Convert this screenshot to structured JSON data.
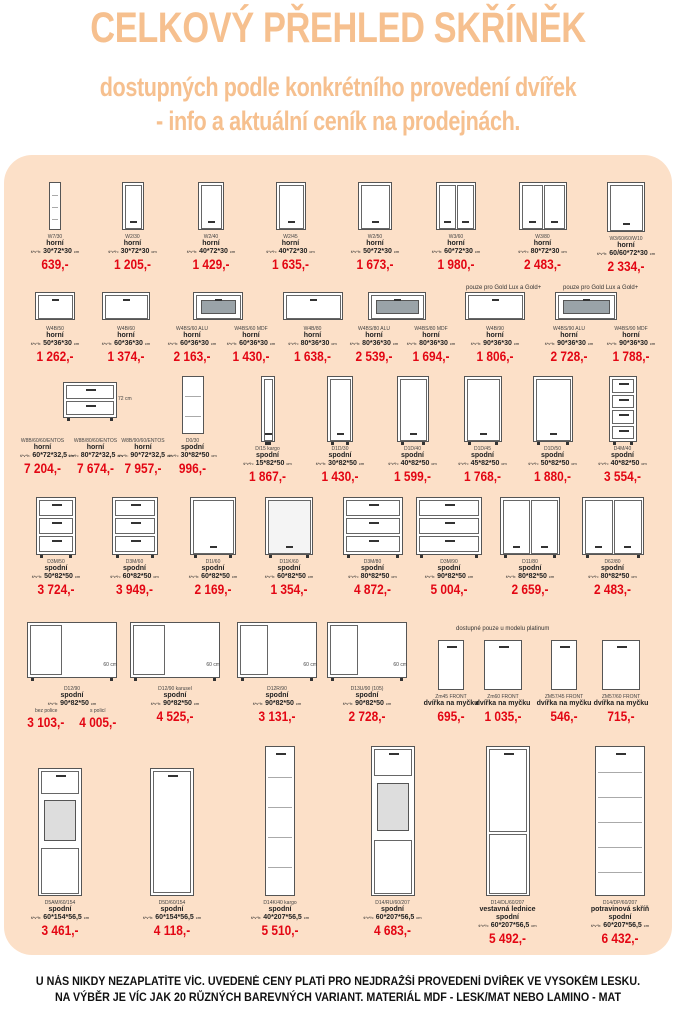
{
  "header": {
    "title": "CELKOVÝ PŘEHLED SKŘÍNĚK",
    "line2": "dostupných podle konkrétního provedení dvířek",
    "line3": "- info a aktuální ceník na prodejnách."
  },
  "colors": {
    "header": "#f6c08f",
    "panel": "#fce0c8",
    "price": "#e30613"
  },
  "row1": [
    {
      "code": "W7/30",
      "kind": "horní",
      "dim": "30*72*30",
      "price": "639,-"
    },
    {
      "code": "W2/30",
      "kind": "horní",
      "dim": "30*72*30",
      "price": "1 205,-"
    },
    {
      "code": "W2/40",
      "kind": "horní",
      "dim": "40*72*30",
      "price": "1 429,-"
    },
    {
      "code": "W2/45",
      "kind": "horní",
      "dim": "40*72*30",
      "price": "1 635,-"
    },
    {
      "code": "W2/50",
      "kind": "horní",
      "dim": "50*72*30",
      "price": "1 673,-"
    },
    {
      "code": "W3/60",
      "kind": "horní",
      "dim": "60*72*30",
      "price": "1 980,-"
    },
    {
      "code": "W3/80",
      "kind": "horní",
      "dim": "80*72*30",
      "price": "2 483,-"
    },
    {
      "code": "W3/60/60/W10",
      "kind": "horní",
      "dim": "60/60*72*30",
      "price": "2 334,-"
    }
  ],
  "row2": {
    "notes": [
      "pouze pro Gold Lux a Gold+",
      "pouze pro Gold Lux a Gold+"
    ],
    "items": [
      {
        "code": "W4B/50",
        "kind": "horní",
        "dim": "50*36*30",
        "price": "1 262,-"
      },
      {
        "code": "W4B/60",
        "kind": "horní",
        "dim": "60*36*30",
        "price": "1 374,-"
      },
      {
        "code": "W4BS/60 ALU",
        "kind": "horní",
        "dim": "60*36*30",
        "price": "2 163,-"
      },
      {
        "code": "W4BS/60 MDF",
        "kind": "horní",
        "dim": "60*36*30",
        "price": "1 430,-"
      },
      {
        "code": "W4B/80",
        "kind": "horní",
        "dim": "80*36*30",
        "price": "1 638,-"
      },
      {
        "code": "W4BS/80 ALU",
        "kind": "horní",
        "dim": "80*36*30",
        "price": "2 539,-"
      },
      {
        "code": "W4BS/80 MDF",
        "kind": "horní",
        "dim": "80*36*30",
        "price": "1 694,-"
      },
      {
        "code": "W4B/90",
        "kind": "horní",
        "dim": "90*36*30",
        "price": "1 806,-"
      },
      {
        "code": "W4BS/90 ALU",
        "kind": "horní",
        "dim": "90*36*30",
        "price": "2 728,-"
      },
      {
        "code": "W4BS/90 MDF",
        "kind": "horní",
        "dim": "90*36*30",
        "price": "1 788,-"
      }
    ]
  },
  "row3": {
    "dim_label": "72 cm",
    "items": [
      {
        "code": "W8B/60/60/ENTOS",
        "kind": "horní",
        "dim": "60*72*32,5",
        "price": "7 204,-"
      },
      {
        "code": "W8B/80/60/ENTOS",
        "kind": "horní",
        "dim": "80*72*32,5",
        "price": "7 674,-"
      },
      {
        "code": "W8B/90/60/ENTOS",
        "kind": "horní",
        "dim": "90*72*32,5",
        "price": "7 957,-"
      },
      {
        "code": "D0/30",
        "kind": "spodní",
        "dim": "30*82*50",
        "price": "996,-"
      },
      {
        "code": "D/15 kargo",
        "kind": "spodní",
        "dim": "15*82*50",
        "price": "1 867,-"
      },
      {
        "code": "D1D/30",
        "kind": "spodní",
        "dim": "30*82*50",
        "price": "1 430,-"
      },
      {
        "code": "D1D/40",
        "kind": "spodní",
        "dim": "40*82*50",
        "price": "1 599,-"
      },
      {
        "code": "D1D/45",
        "kind": "spodní",
        "dim": "45*82*50",
        "price": "1 768,-"
      },
      {
        "code": "D1D/50",
        "kind": "spodní",
        "dim": "50*82*50",
        "price": "1 880,-"
      },
      {
        "code": "D4M/40",
        "kind": "spodní",
        "dim": "40*82*50",
        "price": "3 554,-"
      }
    ]
  },
  "row4": [
    {
      "code": "D3M/50",
      "kind": "spodní",
      "dim": "50*82*50",
      "price": "3 724,-"
    },
    {
      "code": "D3M/60",
      "kind": "spodní",
      "dim": "60*82*50",
      "price": "3 949,-"
    },
    {
      "code": "D1I/60",
      "kind": "spodní",
      "dim": "60*82*50",
      "price": "2 169,-"
    },
    {
      "code": "D11K/60",
      "kind": "spodní",
      "dim": "60*82*50",
      "price": "1 354,-"
    },
    {
      "code": "D3M/80",
      "kind": "spodní",
      "dim": "80*82*50",
      "price": "4 872,-"
    },
    {
      "code": "D3M/90",
      "kind": "spodní",
      "dim": "90*82*50",
      "price": "5 004,-"
    },
    {
      "code": "D11/80",
      "kind": "spodní",
      "dim": "80*82*50",
      "price": "2 659,-"
    },
    {
      "code": "D62/80",
      "kind": "spodní",
      "dim": "80*82*50",
      "price": "2 483,-"
    }
  ],
  "row5": {
    "note": "dostupné pouze u modelu platinum",
    "corner": [
      {
        "code": "D12/90",
        "kind": "spodní",
        "dim": "90*82*50",
        "sub1": "bez police",
        "sub2": "s policí",
        "price1": "3 103,-",
        "price2": "4 005,-",
        "tag": "60 cm"
      },
      {
        "code": "D12/90 karusel",
        "kind": "spodní",
        "dim": "90*82*50",
        "price": "4 525,-",
        "tag": "60 cm"
      },
      {
        "code": "D12R/90",
        "kind": "spodní",
        "dim": "90*82*50",
        "price": "3 131,-",
        "tag": "60 cm"
      },
      {
        "code": "D13U/90 (105)",
        "kind": "spodní",
        "dim": "90*82*50",
        "price": "2 728,-",
        "tag": "60 cm"
      }
    ],
    "fronts": [
      {
        "code": "Zm45 FRONT",
        "label": "dvířka na myčku",
        "price": "695,-"
      },
      {
        "code": "Zm60 FRONT",
        "label": "dvířka na myčku",
        "price": "1 035,-"
      },
      {
        "code": "ZM57/45 FRONT",
        "label": "dvířka na myčku",
        "price": "546,-"
      },
      {
        "code": "ZM57/60 FRONT",
        "label": "dvířka na myčku",
        "price": "715,-"
      }
    ]
  },
  "row6": [
    {
      "code": "D5AM/60/154",
      "kind": "spodní",
      "dim": "60*154*56,5",
      "price": "3 461,-"
    },
    {
      "code": "D5D/60/154",
      "kind": "spodní",
      "dim": "60*154*56,5",
      "price": "4 118,-"
    },
    {
      "code": "D14K/40 kargo",
      "kind": "spodní",
      "dim": "40*207*56,5",
      "price": "5 510,-"
    },
    {
      "code": "D14/RU/60/207",
      "kind": "spodní",
      "dim": "60*207*56,5",
      "price": "4 683,-"
    },
    {
      "code": "D14/DL/60/207",
      "kind": "vestavná lednice",
      "kind2": "spodní",
      "dim": "60*207*56,5",
      "price": "5 492,-"
    },
    {
      "code": "D14/DP/60/207",
      "kind": "potravinová skříň",
      "kind2": "spodní",
      "dim": "60*207*56,5",
      "price": "6 432,-"
    }
  ],
  "dim_prefix": "š*v*h:",
  "dim_unit": "cm",
  "footer": {
    "line1": "U NÁS NIKDY NEZAPLATÍTE VÍC. UVEDENÉ CENY PLATÍ PRO NEJDRAŽŠÍ PROVEDENÍ DVÍŘEK VE VYSOKÉM LESKU.",
    "line2": "NA VÝBĚR JE VÍC JAK 20 RŮZNÝCH BAREVNÝCH VARIANT. MATERIÁL MDF - LESK/MAT NEBO LAMINO - MAT"
  }
}
